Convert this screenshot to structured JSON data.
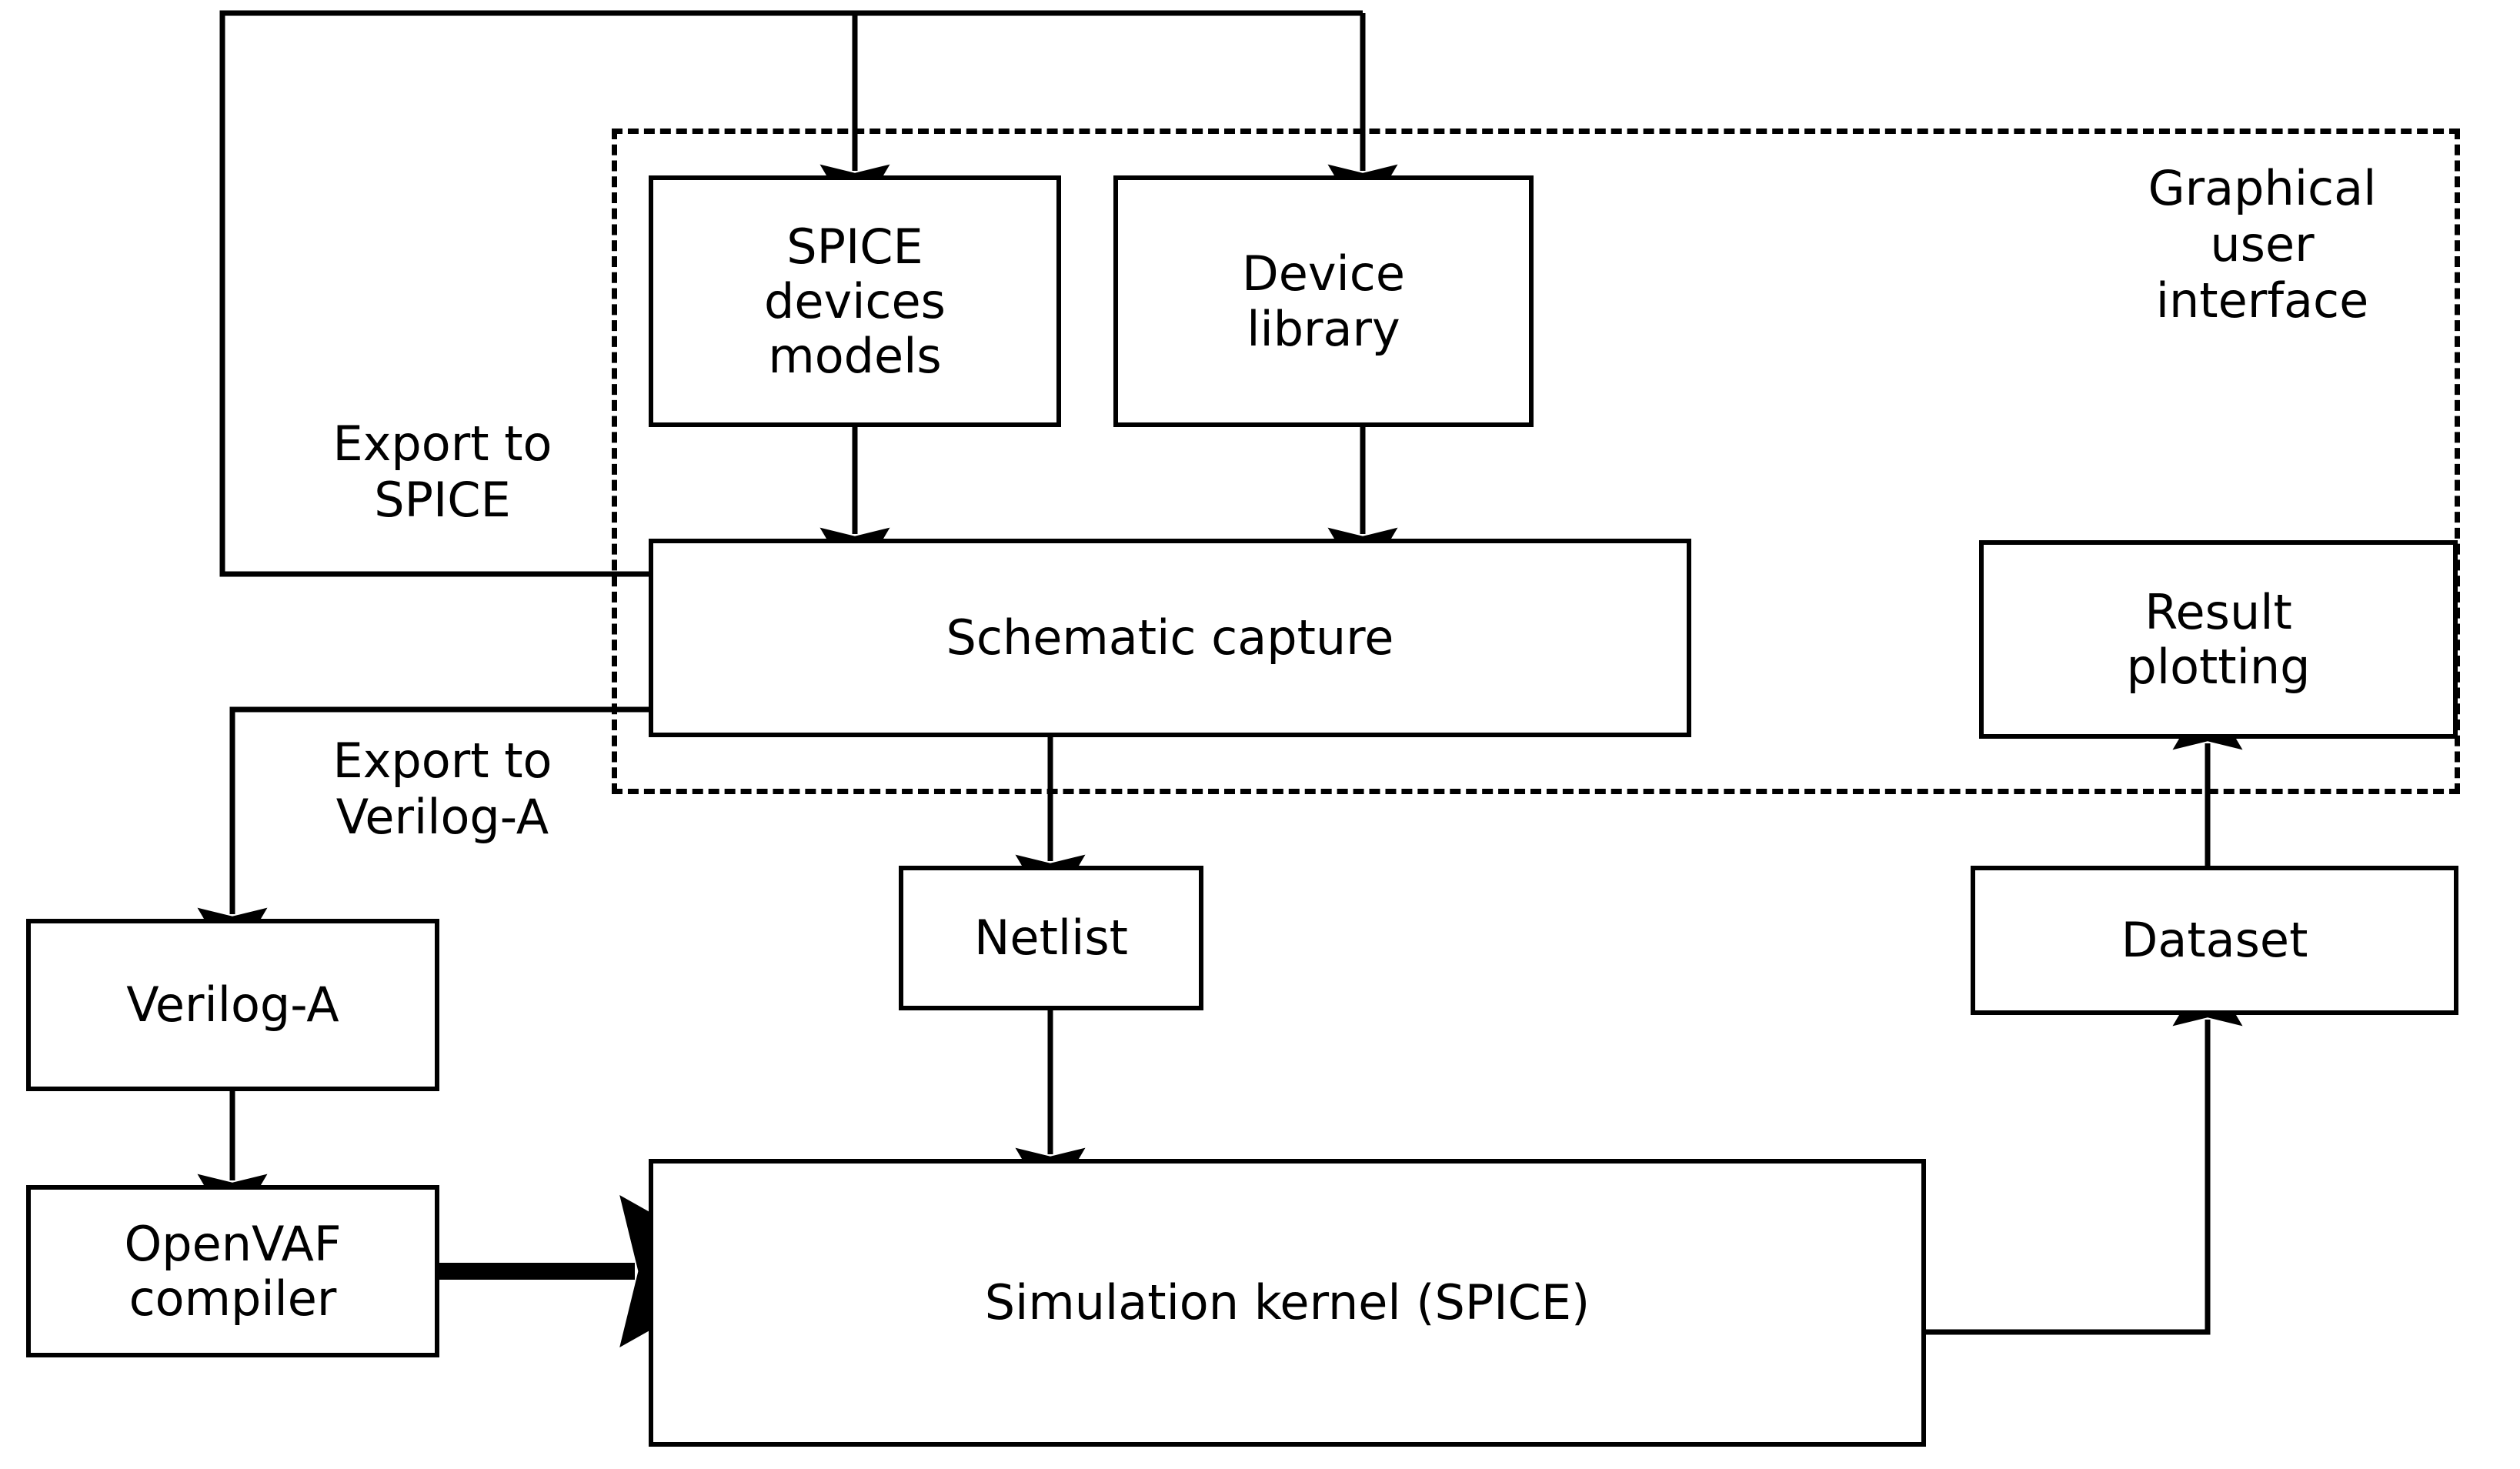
{
  "diagram": {
    "title": "EDA simulation tool architecture flow",
    "colors": {
      "stroke": "#000000",
      "background": "#ffffff",
      "text": "#000000"
    },
    "boxes": {
      "spice_models": "SPICE\ndevices\nmodels",
      "device_library": "Device\nlibrary",
      "schematic_capture": "Schematic capture",
      "result_plotting": "Result\nplotting",
      "netlist": "Netlist",
      "dataset": "Dataset",
      "verilog_a": "Verilog-A",
      "openvaf_compiler": "OpenVAF\ncompiler",
      "simulation_kernel": "Simulation kernel (SPICE)"
    },
    "labels": {
      "gui_zone": "Graphical\nuser\ninterface",
      "export_to_spice": "Export to\nSPICE",
      "export_to_verilog_a": "Export to\nVerilog-A"
    },
    "edges": [
      {
        "name": "spice-models-to-schematic",
        "from": "spice_models",
        "to": "schematic_capture",
        "arrow": true
      },
      {
        "name": "device-library-to-schematic",
        "from": "device_library",
        "to": "schematic_capture",
        "arrow": true
      },
      {
        "name": "feedback-to-spice-models",
        "from": "schematic_capture",
        "to": "spice_models",
        "arrow": true,
        "label": "Export to SPICE"
      },
      {
        "name": "feedback-to-device-library",
        "from": "schematic_capture",
        "to": "device_library",
        "arrow": true,
        "label": "Export to SPICE"
      },
      {
        "name": "schematic-to-verilog-a",
        "from": "schematic_capture",
        "to": "verilog_a",
        "arrow": true,
        "label": "Export to Verilog-A"
      },
      {
        "name": "schematic-to-netlist",
        "from": "schematic_capture",
        "to": "netlist",
        "arrow": true
      },
      {
        "name": "netlist-to-simulation-kernel",
        "from": "netlist",
        "to": "simulation_kernel",
        "arrow": true
      },
      {
        "name": "verilog-a-to-openvaf",
        "from": "verilog_a",
        "to": "openvaf_compiler",
        "arrow": true
      },
      {
        "name": "openvaf-to-simulation-kernel",
        "from": "openvaf_compiler",
        "to": "simulation_kernel",
        "arrow": true
      },
      {
        "name": "simulation-kernel-to-dataset",
        "from": "simulation_kernel",
        "to": "dataset",
        "arrow": true
      },
      {
        "name": "dataset-to-result-plotting",
        "from": "dataset",
        "to": "result_plotting",
        "arrow": true
      }
    ]
  }
}
